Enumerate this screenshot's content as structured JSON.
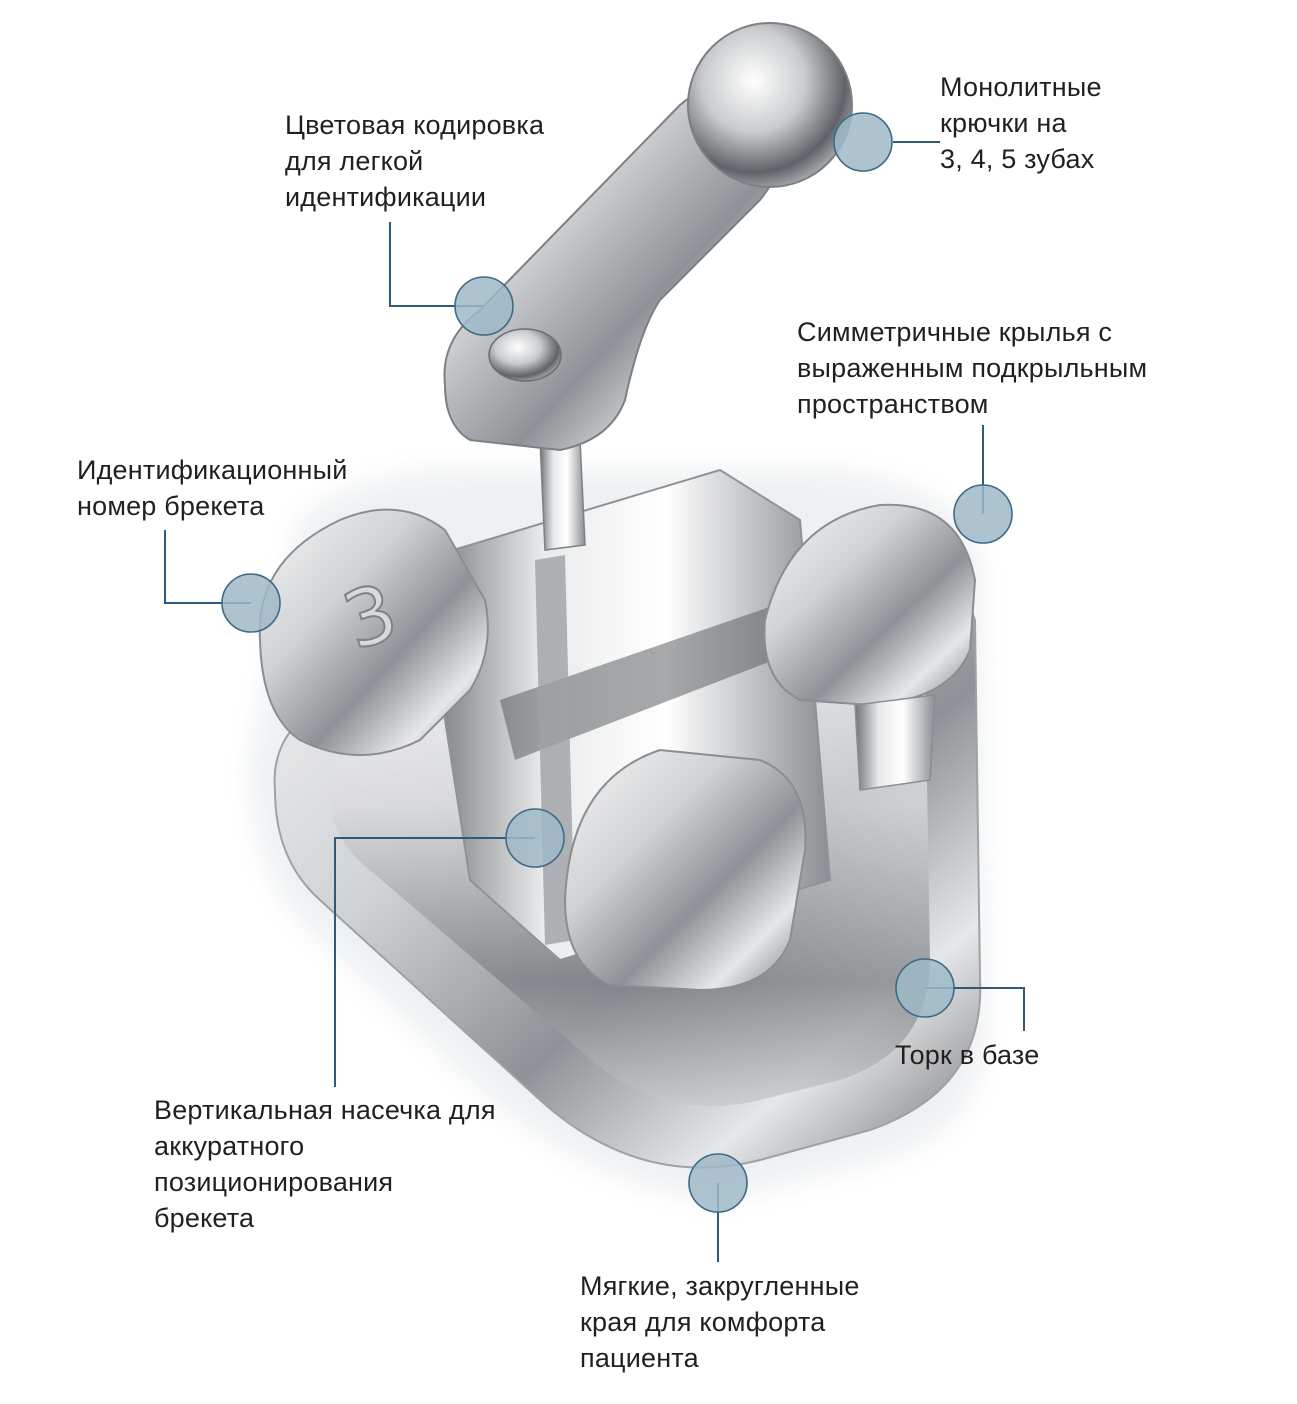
{
  "colors": {
    "marker_fill": "#9fb8c8",
    "marker_stroke": "#3f6a86",
    "leader_line": "#2f5a78",
    "text": "#231f20"
  },
  "image": {
    "subject": "bracket-illustration",
    "engraved_number": "3"
  },
  "callouts": {
    "hooks": [
      "Монолитные",
      "крючки на",
      "3, 4, 5 зубах"
    ],
    "color_coding": [
      "Цветовая кодировка",
      "для легкой",
      "идентификации"
    ],
    "wings": [
      "Симметричные крылья с",
      "выраженным подкрыльным",
      "пространством"
    ],
    "id_number": [
      "Идентификационный",
      "номер брекета"
    ],
    "torque": [
      "Торк в базе"
    ],
    "notch": [
      "Вертикальная насечка для",
      "аккуратного",
      "позиционирования",
      "брекета"
    ],
    "edges": [
      "Мягкие, закругленные",
      "края для комфорта",
      "пациента"
    ]
  }
}
